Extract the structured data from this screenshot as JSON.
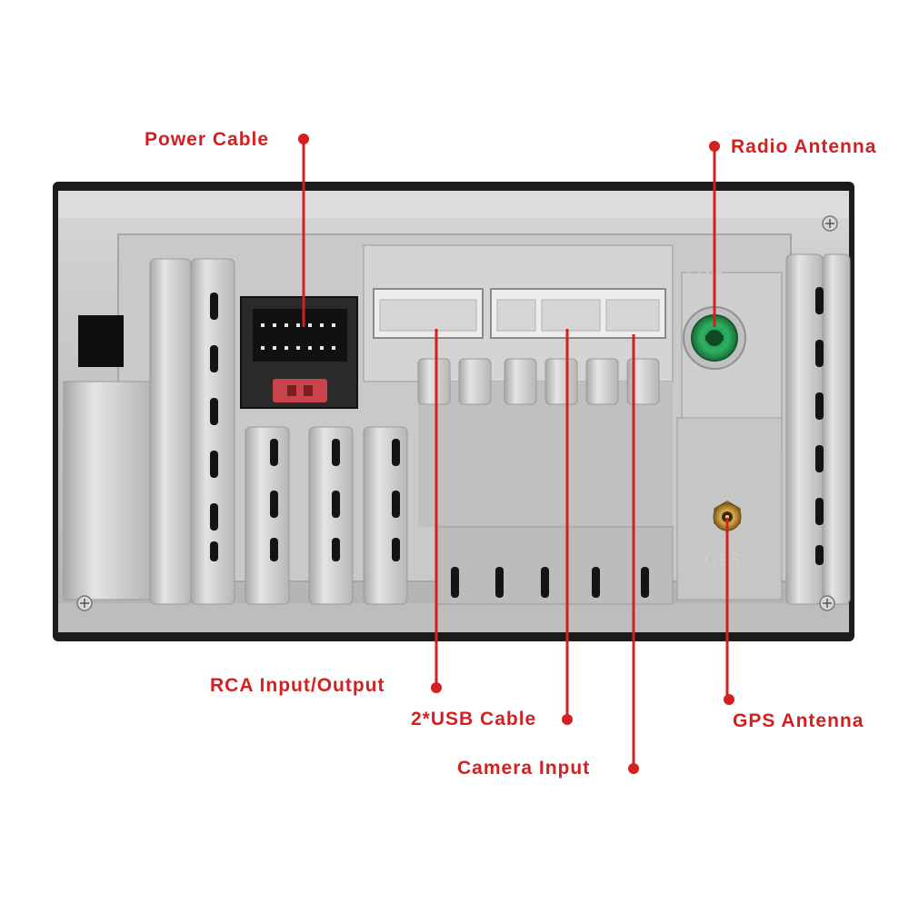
{
  "labels": {
    "power_cable": "Power Cable",
    "radio_antenna": "Radio Antenna",
    "rca": "RCA Input/Output",
    "usb": "2*USB Cable",
    "gps_antenna": "GPS Antenna",
    "camera_input": "Camera Input"
  },
  "markings": {
    "ant": "ANT",
    "gps": "GPS"
  },
  "colors": {
    "callout": "#d42020",
    "housing": "#c4c4c4",
    "frame": "#1c1c1c",
    "antenna_port": "#2aa35a",
    "gps_port": "#c9a04a"
  }
}
